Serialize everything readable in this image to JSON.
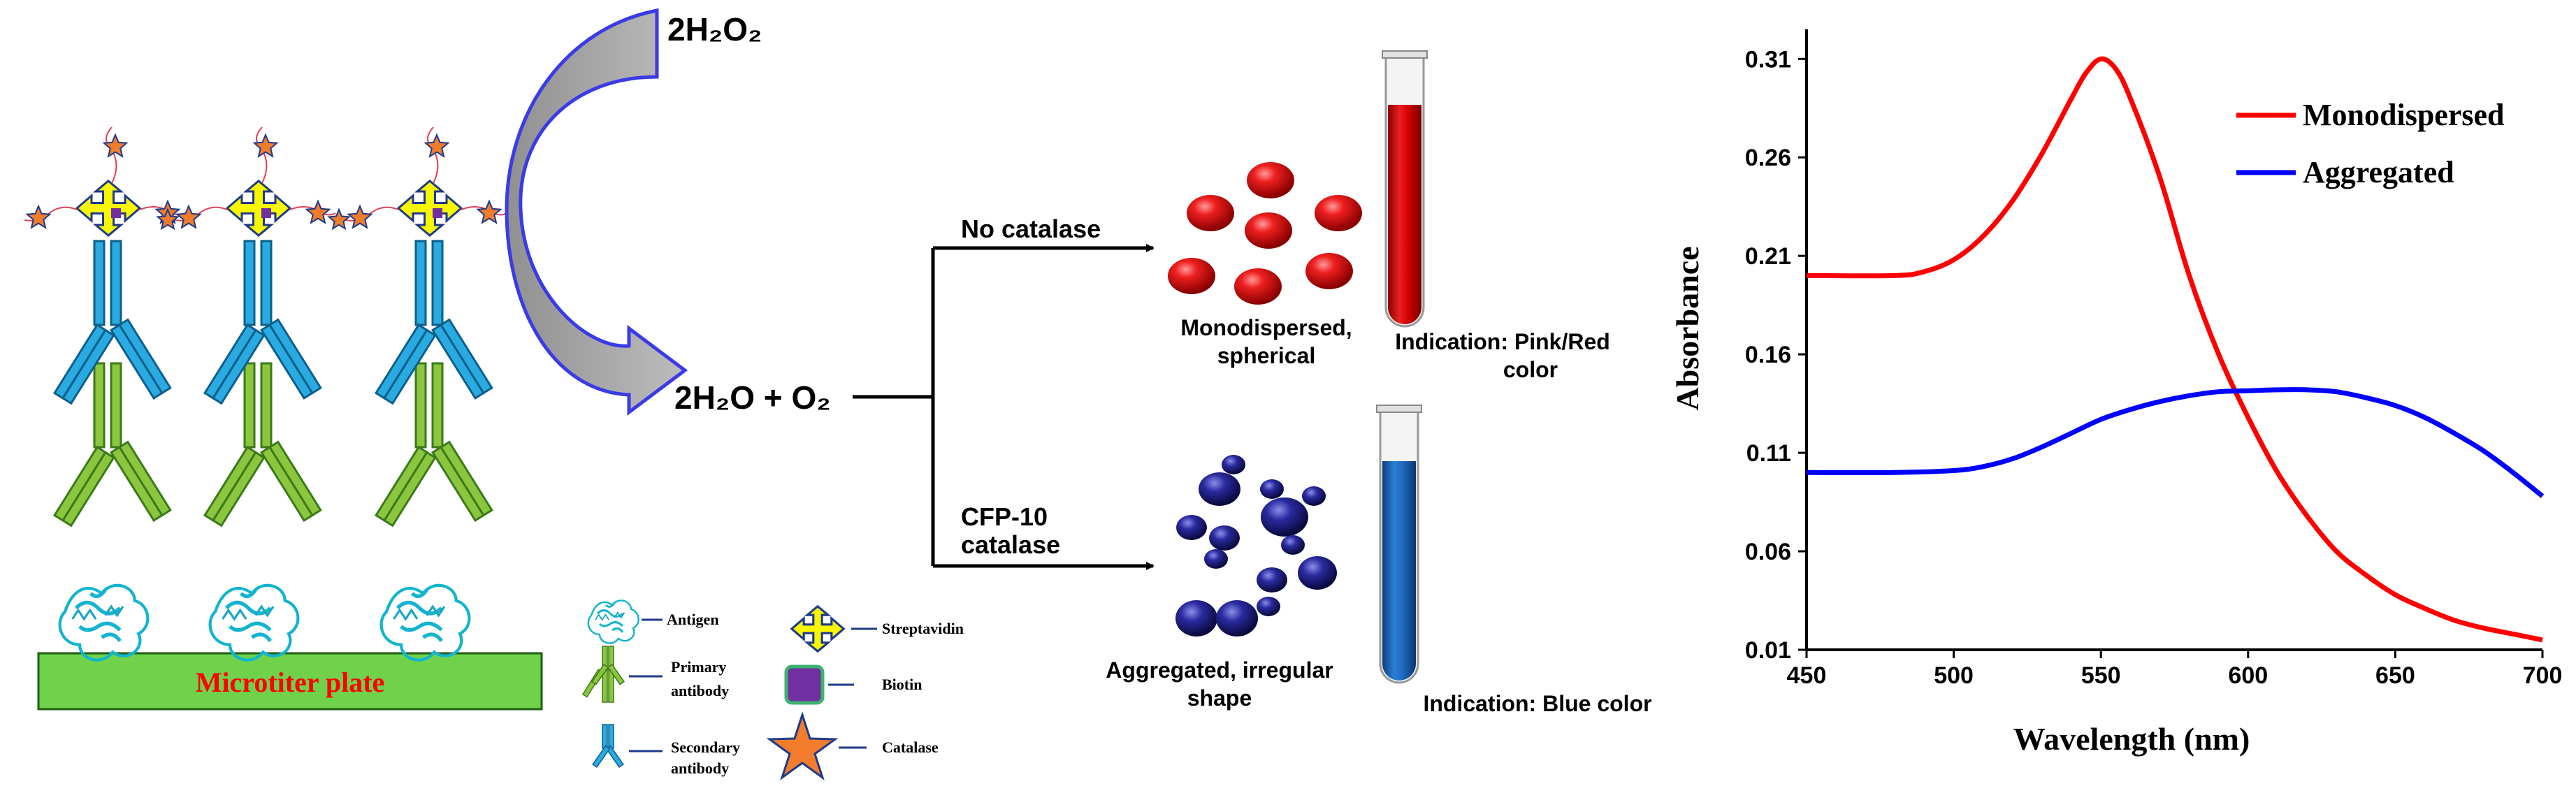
{
  "reaction": {
    "substrate": "2H₂O₂",
    "product": "2H₂O + O₂"
  },
  "plate": {
    "label": "Microtiter plate"
  },
  "legend_items": {
    "antigen": "Antigen",
    "primary_antibody": [
      "Primary",
      "antibody"
    ],
    "secondary_antibody": [
      "Secondary",
      "antibody"
    ],
    "streptavidin": "Streptavidin",
    "biotin": "Biotin",
    "catalase": "Catalase"
  },
  "branches": {
    "top_label": "No catalase",
    "bottom_label": [
      "CFP-10",
      "catalase"
    ],
    "top_particles_caption": [
      "Monodispersed,",
      "spherical"
    ],
    "bottom_particles_caption": [
      "Aggregated,  irregular",
      "shape"
    ],
    "top_indication": [
      "Indication:  Pink/Red",
      "color"
    ],
    "bottom_indication": "Indication:  Blue color"
  },
  "colors": {
    "red": "#ff0000",
    "blue": "#0000ff",
    "antibody_blue": "#29abe2",
    "antibody_green": "#8cc63f",
    "plate_green": "#6fd24a",
    "streptavidin": "#f7f700",
    "biotin": "#7030a0",
    "catalase": "#f07c2c"
  },
  "chart_data": {
    "type": "line",
    "xlabel": "Wavelength  (nm)",
    "ylabel": "Absorbance",
    "xlim": [
      450,
      700
    ],
    "ylim": [
      0.01,
      0.325
    ],
    "xticks": [
      450,
      500,
      550,
      600,
      650,
      700
    ],
    "yticks": [
      "0.01",
      "0.06",
      "0.11",
      "0.16",
      "0.21",
      "0.26",
      "0.31"
    ],
    "legend_position": "top-right",
    "grid": false,
    "series": [
      {
        "name": "Monodispersed",
        "color": "#ff0000",
        "x": [
          450,
          480,
          490,
          500,
          510,
          520,
          530,
          540,
          545,
          550,
          555,
          560,
          570,
          580,
          590,
          600,
          610,
          620,
          630,
          640,
          650,
          660,
          670,
          680,
          690,
          700
        ],
        "y": [
          0.2,
          0.2,
          0.202,
          0.208,
          0.22,
          0.238,
          0.262,
          0.29,
          0.303,
          0.31,
          0.305,
          0.29,
          0.25,
          0.2,
          0.16,
          0.128,
          0.1,
          0.078,
          0.06,
          0.048,
          0.038,
          0.031,
          0.025,
          0.021,
          0.018,
          0.015
        ]
      },
      {
        "name": "Aggregated",
        "color": "#0000ff",
        "x": [
          450,
          480,
          500,
          510,
          520,
          530,
          540,
          550,
          560,
          570,
          580,
          590,
          600,
          610,
          620,
          630,
          640,
          650,
          660,
          670,
          680,
          690,
          700
        ],
        "y": [
          0.1,
          0.1,
          0.101,
          0.103,
          0.107,
          0.113,
          0.12,
          0.127,
          0.132,
          0.136,
          0.139,
          0.141,
          0.1415,
          0.142,
          0.142,
          0.141,
          0.138,
          0.134,
          0.128,
          0.12,
          0.111,
          0.1,
          0.088
        ]
      }
    ]
  }
}
